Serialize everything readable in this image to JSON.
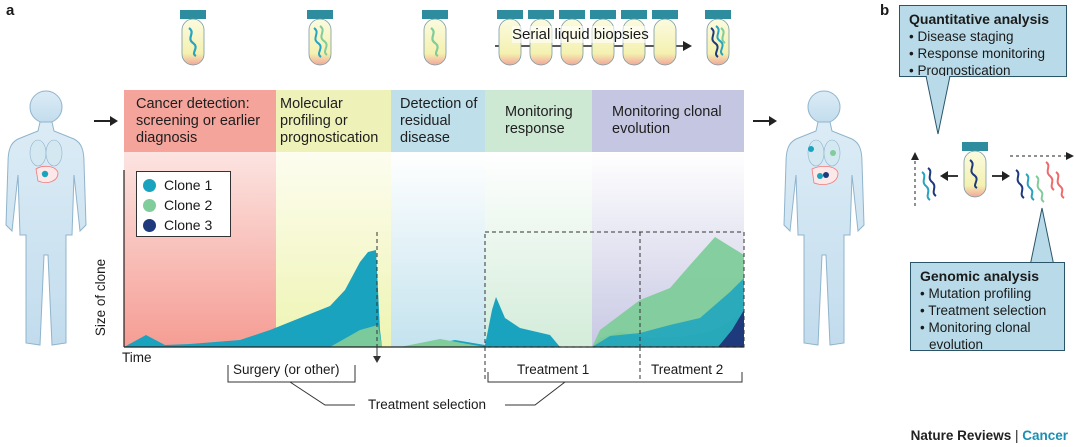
{
  "panel_a_label": "a",
  "panel_b_label": "b",
  "serial_biopsies_label": "Serial liquid biopsies",
  "phases": [
    {
      "label": "Cancer detection: screening or earlier diagnosis",
      "color": "#f4a49b"
    },
    {
      "label": "Molecular profiling or prognostication",
      "color": "#eef2b8"
    },
    {
      "label": "Detection of residual disease",
      "color": "#bfe0ea"
    },
    {
      "label": "Monitoring response",
      "color": "#cde9d4"
    },
    {
      "label": "Monitoring clonal evolution",
      "color": "#c5c6e2"
    }
  ],
  "legend": [
    {
      "label": "Clone 1",
      "color": "#1aa3be"
    },
    {
      "label": "Clone 2",
      "color": "#80cc9a"
    },
    {
      "label": "Clone 3",
      "color": "#1f3a7c"
    }
  ],
  "y_axis_label": "Size of clone",
  "x_axis_label": "Time",
  "annotations": {
    "surgery": "Surgery (or other)",
    "treatment1": "Treatment 1",
    "treatment2": "Treatment 2",
    "treatment_selection": "Treatment selection"
  },
  "quantitative": {
    "title": "Quantitative analysis",
    "items": [
      "Disease staging",
      "Response monitoring",
      "Prognostication"
    ]
  },
  "genomic": {
    "title": "Genomic analysis",
    "items": [
      "Mutation profiling",
      "Treatment selection",
      "Monitoring clonal evolution"
    ]
  },
  "credit": {
    "prefix": "Nature Reviews",
    "separator": " | ",
    "journal": "Cancer"
  }
}
